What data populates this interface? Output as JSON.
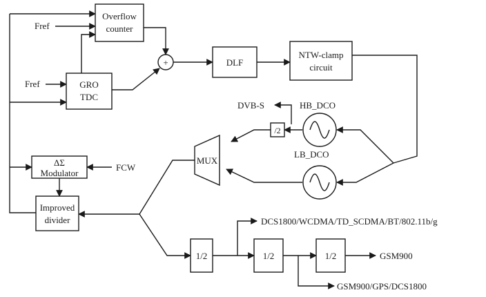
{
  "blocks": {
    "overflow_counter": [
      "Overflow",
      "counter"
    ],
    "gro_tdc": [
      "GRO",
      "TDC"
    ],
    "adder": "+",
    "dlf": "DLF",
    "ntw_clamp": [
      "NTW-clamp",
      "circuit"
    ],
    "div2_hb": "/2",
    "mux": "MUX",
    "delta_sigma": [
      "ΔΣ",
      "Modulator"
    ],
    "improved_divider": [
      "Improved",
      "divider"
    ],
    "div_a": "1/2",
    "div_b": "1/2",
    "div_c": "1/2"
  },
  "labels": {
    "fref_top": "Fref",
    "fref_mid": "Fref",
    "hb_dco": "HB_DCO",
    "lb_dco": "LB_DCO",
    "dvb_s": "DVB-S",
    "fcw": "FCW",
    "out_dcs": "DCS1800/WCDMA/TD_SCDMA/BT/802.11b/g",
    "out_gsm900": "GSM900",
    "out_gsm_gps": "GSM900/GPS/DCS1800"
  }
}
